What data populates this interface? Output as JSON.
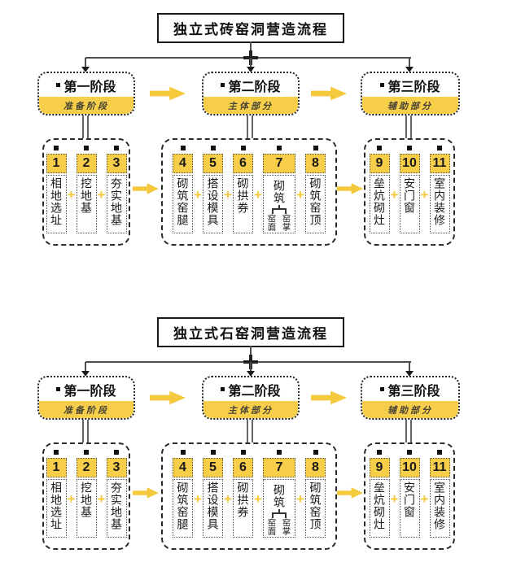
{
  "colors": {
    "accent_yellow": "#F7CE49",
    "arrow_yellow": "#F5C93C",
    "line_gray": "#4d4d4d",
    "text_black": "#111111"
  },
  "symbols": {
    "plus": "+",
    "stage_bullet": "square"
  },
  "diagrams": [
    {
      "title": "独立式砖窑洞营造流程",
      "stages": [
        {
          "label": "第一阶段",
          "sublabel": "准备阶段"
        },
        {
          "label": "第二阶段",
          "sublabel": "主体部分"
        },
        {
          "label": "第三阶段",
          "sublabel": "辅助部分"
        }
      ],
      "groups": [
        {
          "steps": [
            {
              "num": "1",
              "text": "相地选址"
            },
            {
              "num": "2",
              "text": "挖地基"
            },
            {
              "num": "3",
              "text": "夯实地基"
            }
          ]
        },
        {
          "steps": [
            {
              "num": "4",
              "text": "砌筑窑腿"
            },
            {
              "num": "5",
              "text": "搭设模具"
            },
            {
              "num": "6",
              "text": "砌拱券"
            },
            {
              "num": "7",
              "text": "砌筑",
              "branches": [
                "窑面",
                "窑掌"
              ]
            },
            {
              "num": "8",
              "text": "砌筑窑顶"
            }
          ]
        },
        {
          "steps": [
            {
              "num": "9",
              "text": "垒炕砌灶"
            },
            {
              "num": "10",
              "text": "安门窗"
            },
            {
              "num": "11",
              "text": "室内装修"
            }
          ]
        }
      ]
    },
    {
      "title": "独立式石窑洞营造流程",
      "stages": [
        {
          "label": "第一阶段",
          "sublabel": "准备阶段"
        },
        {
          "label": "第二阶段",
          "sublabel": "主体部分"
        },
        {
          "label": "第三阶段",
          "sublabel": "辅助部分"
        }
      ],
      "groups": [
        {
          "steps": [
            {
              "num": "1",
              "text": "相地选址"
            },
            {
              "num": "2",
              "text": "挖地基"
            },
            {
              "num": "3",
              "text": "夯实地基"
            }
          ]
        },
        {
          "steps": [
            {
              "num": "4",
              "text": "砌筑窑腿"
            },
            {
              "num": "5",
              "text": "搭设模具"
            },
            {
              "num": "6",
              "text": "砌拱券"
            },
            {
              "num": "7",
              "text": "砌筑",
              "branches": [
                "窑面",
                "窑掌"
              ]
            },
            {
              "num": "8",
              "text": "砌筑窑顶"
            }
          ]
        },
        {
          "steps": [
            {
              "num": "9",
              "text": "垒炕砌灶"
            },
            {
              "num": "10",
              "text": "安门窗"
            },
            {
              "num": "11",
              "text": "室内装修"
            }
          ]
        }
      ]
    }
  ]
}
